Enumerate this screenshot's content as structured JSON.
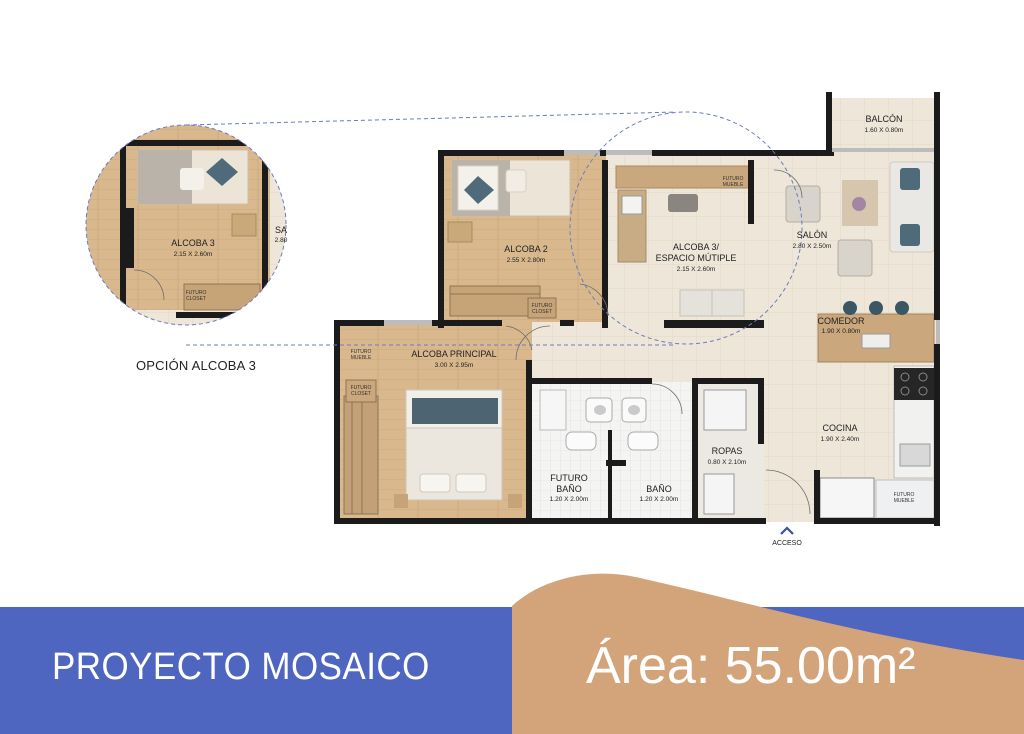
{
  "option": {
    "label": "OPCIÓN ALCOBA 3"
  },
  "banner": {
    "title": "PROYECTO MOSAICO",
    "area": "Área: 55.00m²",
    "left_color": "#4e66c0",
    "right_color": "#d3a47a"
  },
  "access": {
    "label": "ACCESO"
  },
  "rooms": {
    "balcon": {
      "name": "BALCÓN",
      "dim": "1.60 X 0.80m"
    },
    "salon": {
      "name": "SALÓN",
      "dim": "2.80 X 2.50m"
    },
    "alcoba2": {
      "name": "ALCOBA 2",
      "dim": "2.55 X 2.80m"
    },
    "alcoba3": {
      "name1": "ALCOBA 3/",
      "name2": "ESPACIO MÚTIPLE",
      "dim": "2.15 X 2.60m"
    },
    "comedor": {
      "name": "COMEDOR",
      "dim": "1.90 X 0.80m"
    },
    "alcoba_principal": {
      "name": "ALCOBA PRINCIPAL",
      "dim": "3.00 X 2.95m"
    },
    "cocina": {
      "name": "COCINA",
      "dim": "1.90 X 2.40m"
    },
    "ropas": {
      "name": "ROPAS",
      "dim": "0.80 X 2.10m"
    },
    "futuro_bano": {
      "name1": "FUTURO",
      "name2": "BAÑO",
      "dim": "1.20 X 2.00m"
    },
    "bano": {
      "name": "BAÑO",
      "dim": "1.20 X 2.00m"
    }
  },
  "zoom": {
    "name": "ALCOBA 3",
    "dim": "2.15 X 2.60m",
    "partial_name": "SA",
    "partial_dim": "2.80"
  },
  "notes": {
    "futuro_mueble": [
      "FUTURO",
      "MUEBLE"
    ],
    "futuro_closet": [
      "FUTURO",
      "CLOSET"
    ]
  }
}
